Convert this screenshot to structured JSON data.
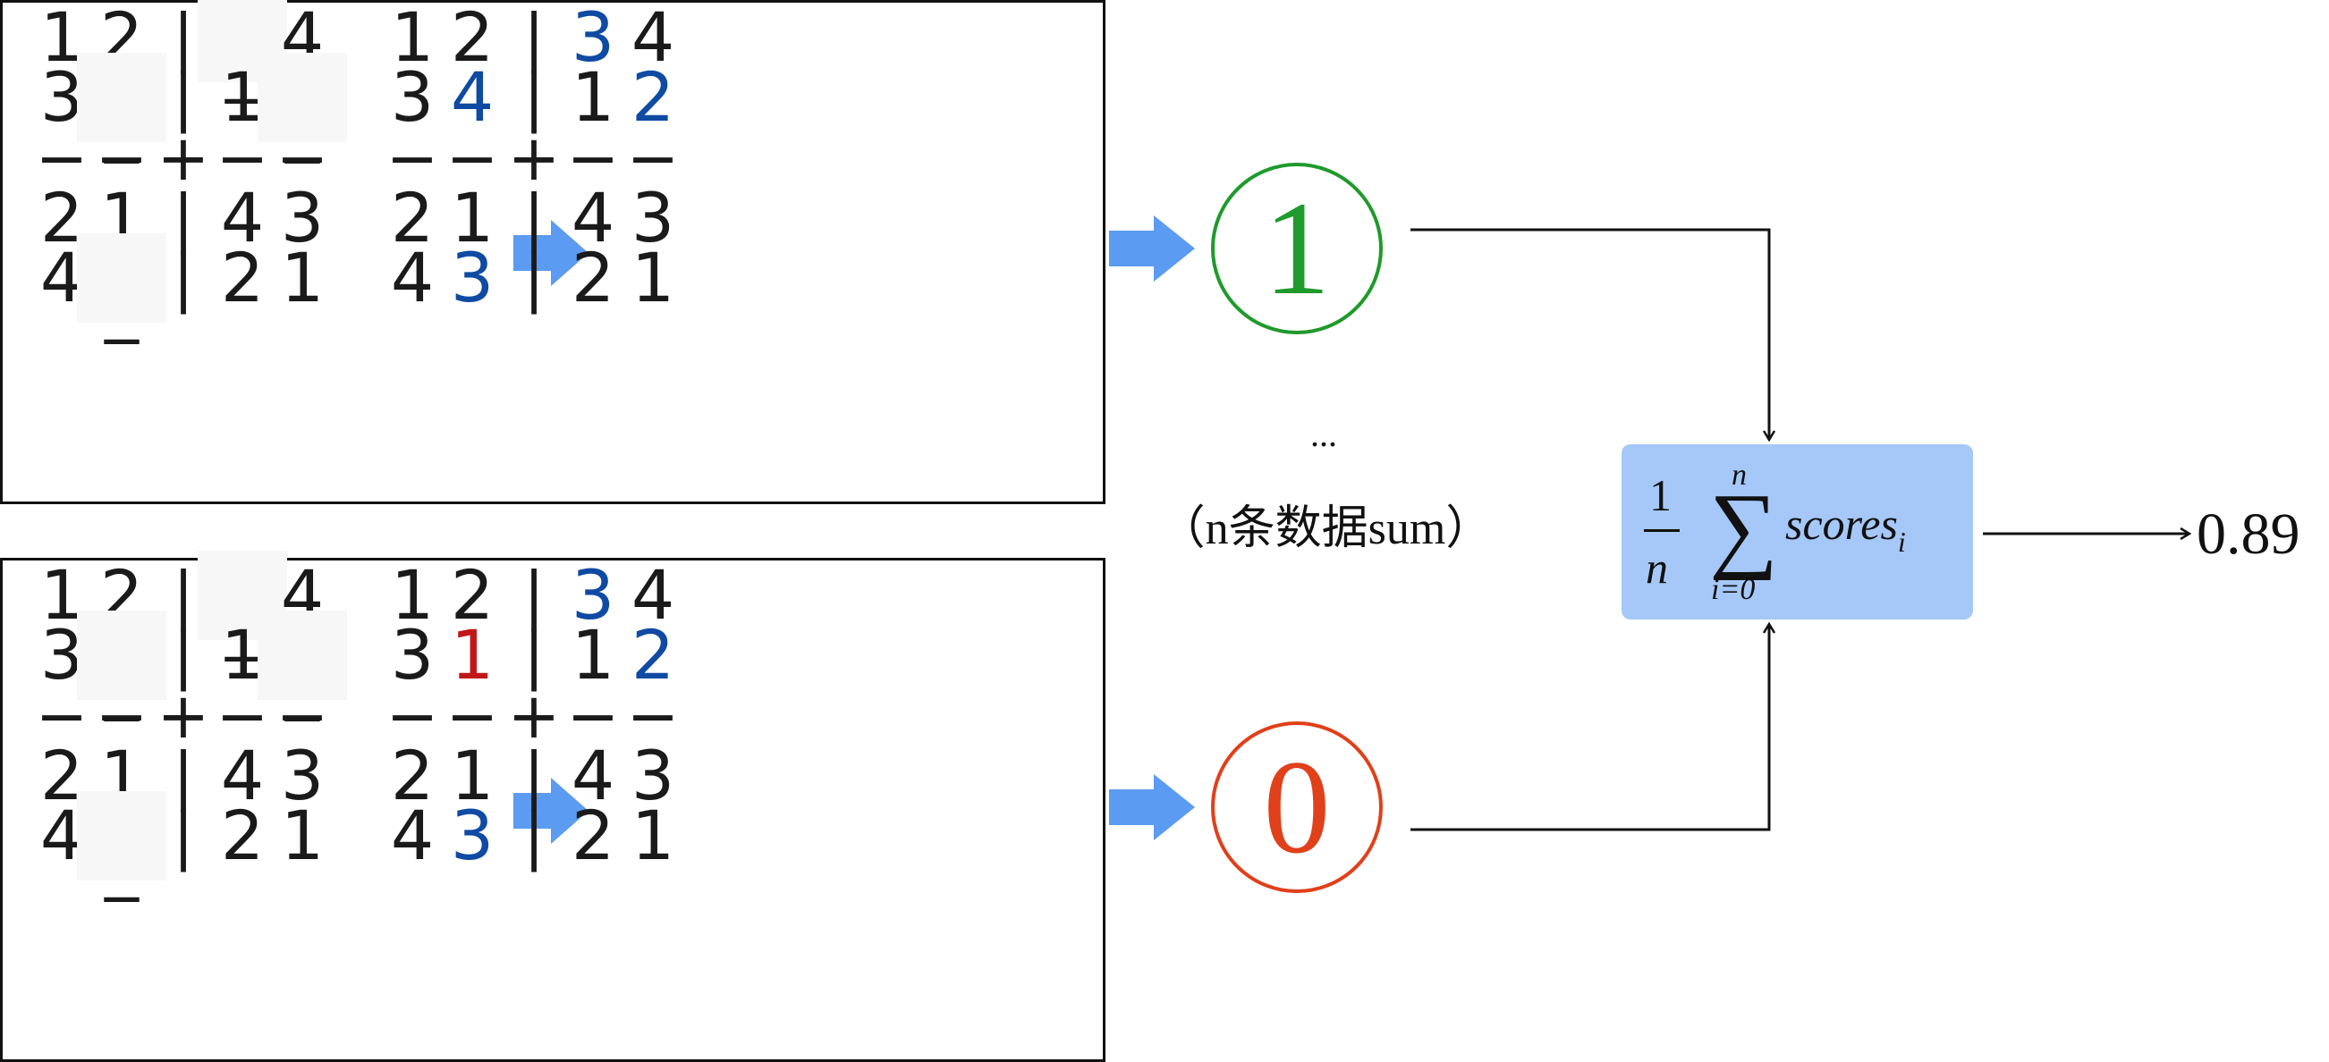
{
  "panels": [
    {
      "name": "example-correct",
      "before": [
        [
          "1",
          "2",
          "|",
          "_",
          "4"
        ],
        [
          "3",
          "_",
          "|",
          "1",
          "_"
        ],
        [
          "−",
          "−",
          "+",
          "−",
          "−"
        ],
        [
          "2",
          "1",
          "|",
          "4",
          "3"
        ],
        [
          "4",
          "_",
          "|",
          "2",
          "1"
        ]
      ],
      "after": [
        [
          "1",
          "2",
          "|",
          "3",
          "4"
        ],
        [
          "3",
          "4",
          "|",
          "1",
          "2"
        ],
        [
          "−",
          "−",
          "+",
          "−",
          "−"
        ],
        [
          "2",
          "1",
          "|",
          "4",
          "3"
        ],
        [
          "4",
          "3",
          "|",
          "2",
          "1"
        ]
      ],
      "wrong_cells": [],
      "score": "1",
      "score_color": "#1f9a2c"
    },
    {
      "name": "example-wrong",
      "before": [
        [
          "1",
          "2",
          "|",
          "_",
          "4"
        ],
        [
          "3",
          "_",
          "|",
          "1",
          "_"
        ],
        [
          "−",
          "−",
          "+",
          "−",
          "−"
        ],
        [
          "2",
          "1",
          "|",
          "4",
          "3"
        ],
        [
          "4",
          "_",
          "|",
          "2",
          "1"
        ]
      ],
      "after": [
        [
          "1",
          "2",
          "|",
          "3",
          "4"
        ],
        [
          "3",
          "1",
          "|",
          "1",
          "2"
        ],
        [
          "−",
          "−",
          "+",
          "−",
          "−"
        ],
        [
          "2",
          "1",
          "|",
          "4",
          "3"
        ],
        [
          "4",
          "3",
          "|",
          "2",
          "1"
        ]
      ],
      "wrong_cells": [
        [
          1,
          1
        ]
      ],
      "score": "0",
      "score_color": "#e0401a"
    }
  ],
  "colors": {
    "filled": "#0f4aa3",
    "wrong": "#c01818",
    "arrow": "#5b9bf2",
    "formula_box": "#a5c8f9"
  },
  "ellipsis": "...",
  "sum_note": "（n条数据sum）",
  "formula": {
    "numerator": "1",
    "denominator": "n",
    "sum_upper": "n",
    "sum_symbol": "∑",
    "sum_lower": "i=0",
    "term": "scores",
    "subscript": "i"
  },
  "result": "0.89"
}
